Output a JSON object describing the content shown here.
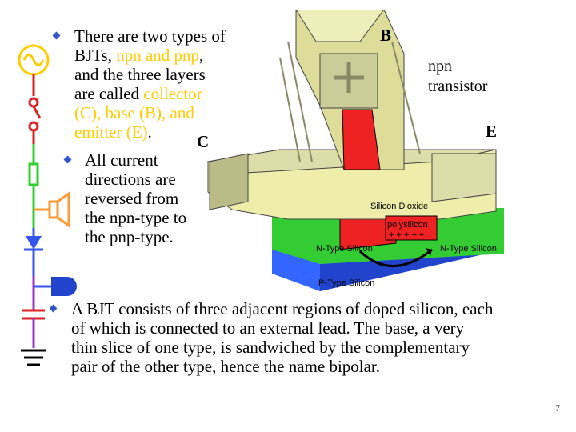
{
  "bullet1": {
    "line1": "There are two types of",
    "line2_hl": "npn and pnp",
    "line2_pre": "BJTs, ",
    "line2_post": ",",
    "line3": "and the three layers",
    "line4_pre": "are called ",
    "line4_hl": "collector",
    "line5_hl": "(C), base (B), and",
    "line6_hl": "emitter (E)",
    "line6_post": "."
  },
  "bullet2": {
    "lines": [
      "All current",
      "directions are",
      "reversed from",
      "the npn-type to",
      "the pnp-type."
    ]
  },
  "bullet3": {
    "lines": [
      "A BJT consists of three adjacent regions of doped silicon, each",
      "of which is connected to an external lead.  The base, a very",
      "thin slice of one type, is sandwiched by the complementary",
      "pair of the other type, hence the name bipolar."
    ]
  },
  "diagram": {
    "label_b": "B",
    "label_c": "C",
    "label_e": "E",
    "caption_line1": "npn",
    "caption_line2": "transistor",
    "silicon_dioxide": "Silicon Dioxide",
    "polysilicon": "polysilicon",
    "ntype_left": "N-Type Silicon",
    "ntype_right": "N-Type Silicon",
    "ptype": "P-Type Silicon",
    "plus_signs": "+ + + + +"
  },
  "page_number": "7",
  "colors": {
    "bullet": "#3355cc",
    "highlight": "#ffcc00",
    "oxide": "#eeeeaa",
    "ntype": "#33cc33",
    "ptype": "#3366ff",
    "base": "#ee2222"
  }
}
